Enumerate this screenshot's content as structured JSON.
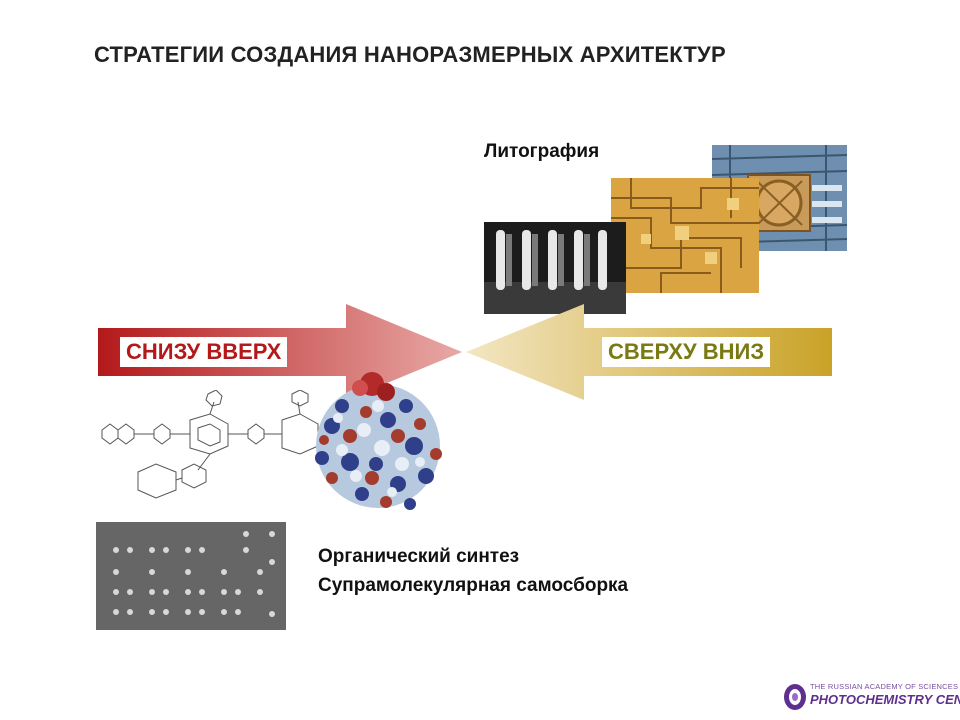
{
  "title": "СТРАТЕГИИ СОЗДАНИЯ НАНОРАЗМЕРНЫХ АРХИТЕКТУР",
  "top_down": {
    "caption": "Литография",
    "arrow_label": "СВЕРХУ ВНИЗ",
    "color": "#c9a227",
    "label_color": "#7a7a12"
  },
  "bottom_up": {
    "arrow_label": "СНИЗУ ВВЕРХ",
    "color": "#b3191a",
    "label_color": "#b3191a",
    "caption_lines": [
      "Органический синтез",
      "Супрамолекулярная самосборка"
    ]
  },
  "logo": {
    "org_line": "THE RUSSIAN ACADEMY OF SCIENCES",
    "name": "PHOTOCHEMISTRY CENTER",
    "color": "#5e2f8e"
  }
}
